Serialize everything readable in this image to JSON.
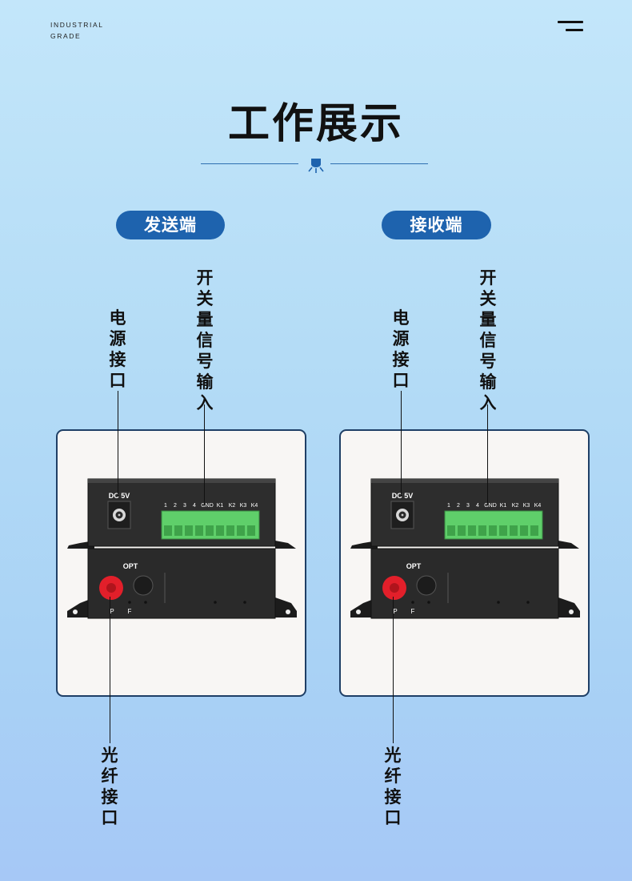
{
  "brand": {
    "line1": "INDUSTRIAL",
    "line2": "GRADE"
  },
  "title": "工作展示",
  "panels": [
    {
      "label": "发送端",
      "power_label": "电源接口",
      "switch_label": "开关量信号输入",
      "fiber_label": "光纤接口",
      "device": {
        "dc_label": "DC 5V",
        "terminal_labels": [
          "1",
          "2",
          "3",
          "4",
          "GND",
          "K1",
          "K2",
          "K3",
          "K4"
        ],
        "opt_label": "OPT",
        "p_label": "P",
        "f_label": "F"
      }
    },
    {
      "label": "接收端",
      "power_label": "电源接口",
      "switch_label": "开关量信号输入",
      "fiber_label": "光纤接口",
      "device": {
        "dc_label": "DC 5V",
        "terminal_labels": [
          "1",
          "2",
          "3",
          "4",
          "GND",
          "K1",
          "K2",
          "K3",
          "K4"
        ],
        "opt_label": "OPT",
        "p_label": "P",
        "f_label": "F"
      }
    }
  ],
  "colors": {
    "accent": "#1e63ae",
    "card_border": "#1f3f66",
    "terminal_green": "#5fcf6a",
    "fiber_red": "#e21f2a",
    "device_body": "#2a2a2a"
  },
  "icons": {
    "menu": "menu-icon",
    "title_decoration": "lamp-icon"
  }
}
